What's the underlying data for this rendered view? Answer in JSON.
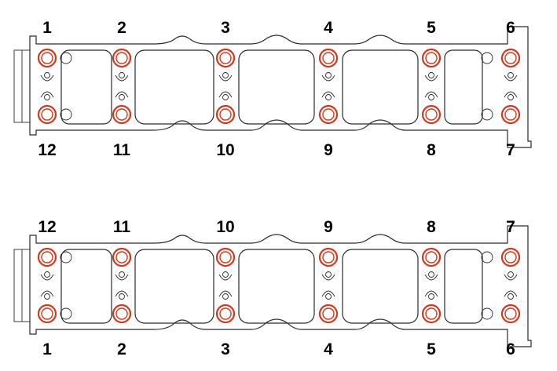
{
  "colors": {
    "outline": "#2a2a2a",
    "bolt_stroke": "#d2381a",
    "bolt_fill": "#ffffff",
    "background": "#ffffff"
  },
  "diagrams": [
    {
      "top_labels": [
        "1",
        "2",
        "3",
        "4",
        "5",
        "6"
      ],
      "bottom_labels": [
        "12",
        "11",
        "10",
        "9",
        "8",
        "7"
      ]
    },
    {
      "top_labels": [
        "12",
        "11",
        "10",
        "9",
        "8",
        "7"
      ],
      "bottom_labels": [
        "1",
        "2",
        "3",
        "4",
        "5",
        "6"
      ]
    }
  ]
}
